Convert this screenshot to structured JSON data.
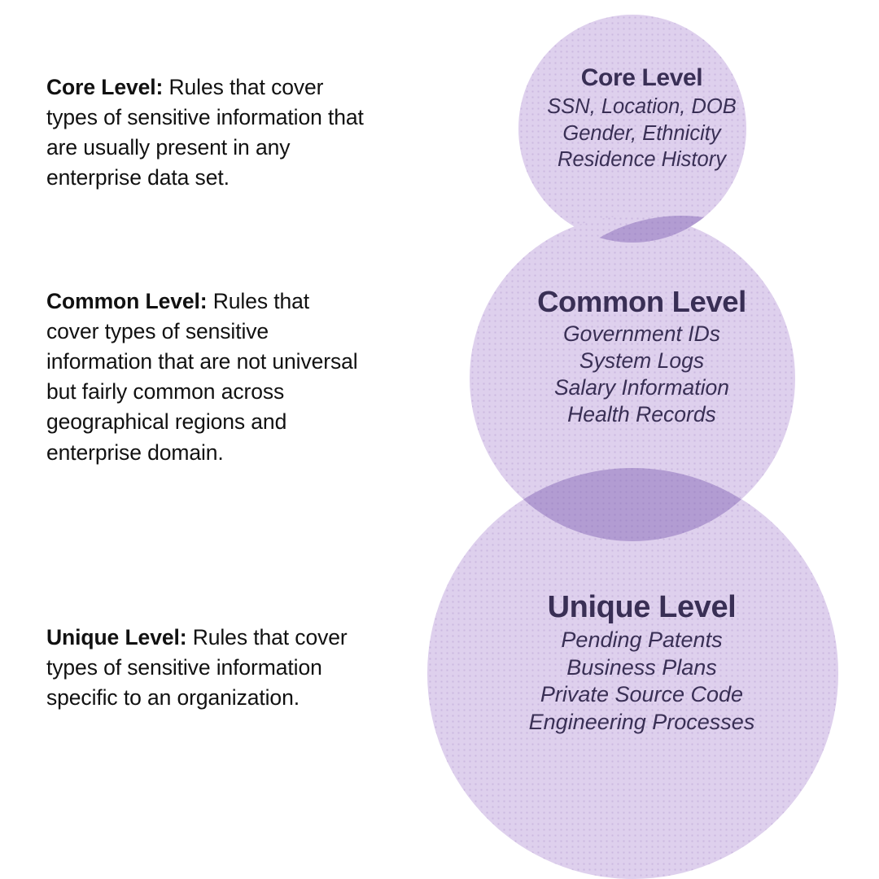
{
  "background_color": "#ffffff",
  "palette": {
    "circle_fill": "#ded0ed",
    "circle_dot": "#cbb8e0",
    "overlap_fill": "#b29cd2",
    "circle_text": "#392f55",
    "body_text": "#111111"
  },
  "descriptions": [
    {
      "id": "core",
      "lead": "Core Level:",
      "text": " Rules that cover types of sensitive information that are usually present in any enterprise data set."
    },
    {
      "id": "common",
      "lead": "Common Level:",
      "text": " Rules that cover types of sensitive information that are not universal but fairly common across geographical regions and enterprise domain."
    },
    {
      "id": "unique",
      "lead": "Unique Level:",
      "text": " Rules that cover types of sensitive information specific to an organization."
    }
  ],
  "circles": [
    {
      "id": "core",
      "title": "Core Level",
      "items": [
        "SSN, Location, DOB",
        "Gender, Ethnicity",
        "Residence History"
      ]
    },
    {
      "id": "common",
      "title": "Common Level",
      "items": [
        "Government IDs",
        "System Logs",
        "Salary Information",
        "Health Records"
      ]
    },
    {
      "id": "unique",
      "title": "Unique Level",
      "items": [
        "Pending Patents",
        "Business Plans",
        "Private Source Code",
        "Engineering Processes"
      ]
    }
  ]
}
